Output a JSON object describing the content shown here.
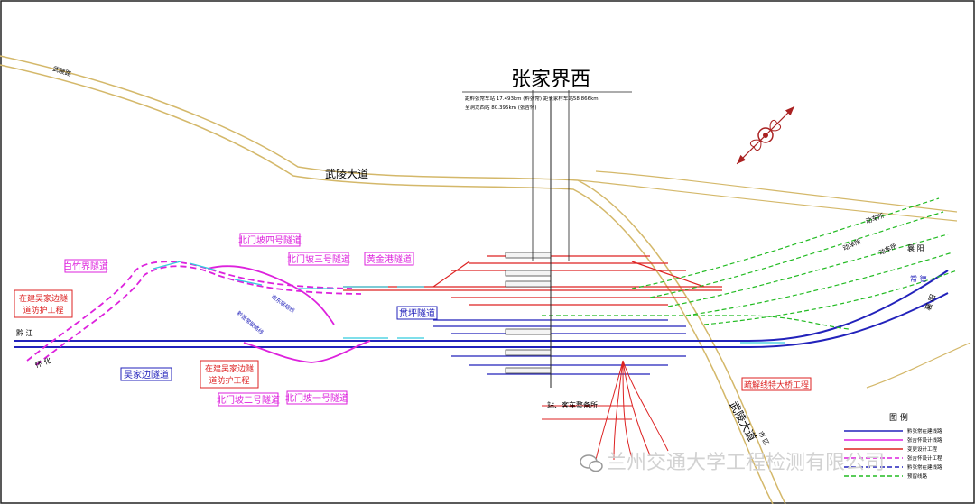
{
  "title": "张家界西",
  "subtitle_lines": [
    "距黔张常车站 17.493km (黔张常)   距长家村车站58.866km",
    "至洞龙西站    80.395km (张吉怀)"
  ],
  "roads": {
    "wuling_road": "武陵大道",
    "wuling_road_vertical": "武陵大道",
    "wushen_road": "武陵路",
    "shiyan": "市  区"
  },
  "directions": {
    "qianjiang": "黔  江",
    "huaihua": "怀  化",
    "dongche_1": "动车所",
    "dongche_2": "动车所",
    "dongche_3": "动车所",
    "xiangyang_top": "襄  阳",
    "changde": "常  德",
    "xiangyang_bottom": "襄  阳",
    "chezhan": "站、客车整备所"
  },
  "tunnels": {
    "baizhujie": "白竹界隧道",
    "beimen4": "北门坡四号隧道",
    "beimen3": "北门坡三号隧道",
    "huangjingang": "黄金港隧道",
    "guanping": "贯坪隧道",
    "wujiabian": "吴家边隧道",
    "beimen2": "北门坡二号隧道",
    "beimen1": "北门坡一号隧道"
  },
  "projects": {
    "wujia_top": "在建吴家边隧道防护工程",
    "wujia_bottom": "在建吴家边隧道防护工程",
    "bridge": "疏解线特大桥工程"
  },
  "lines": {
    "nandong": "南东联络线",
    "qianzhang_line": "黔张常联络线"
  },
  "legend": {
    "title": "图    例",
    "items": [
      {
        "label": "黔张常在建线路",
        "color": "#2222bb",
        "style": "solid"
      },
      {
        "label": "张吉怀设计线路",
        "color": "#dd22dd",
        "style": "solid"
      },
      {
        "label": "变更设计工程",
        "color": "#dd2222",
        "style": "solid"
      },
      {
        "label": "张吉怀设计工程",
        "color": "#dd22dd",
        "style": "dashed"
      },
      {
        "label": "黔张常在建线路",
        "color": "#2222bb",
        "style": "dashed"
      },
      {
        "label": "预留线路",
        "color": "#22bb22",
        "style": "dashed"
      }
    ]
  },
  "watermark": "兰州交通大学工程检测有限公司",
  "colors": {
    "blue": "#2222bb",
    "magenta": "#dd22dd",
    "red": "#dd2222",
    "green": "#22bb22",
    "road": "#d4b86a",
    "cyan": "#33ccdd"
  }
}
